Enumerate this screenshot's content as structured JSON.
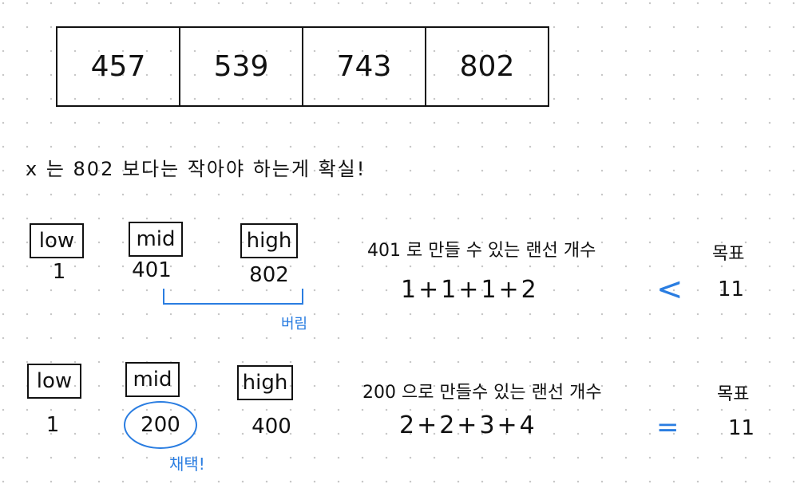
{
  "array": {
    "values": [
      "457",
      "539",
      "743",
      "802"
    ]
  },
  "note": "x 는  802 보다는 작아야 하는게 확실!",
  "step1": {
    "labels": {
      "low": "low",
      "mid": "mid",
      "high": "high"
    },
    "values": {
      "low": "1",
      "mid": "401",
      "high": "802"
    },
    "discard_label": "버림",
    "description": "401 로 만들 수 있는 랜선 개수",
    "expression": "1+1+1+2",
    "comparison": "<",
    "goal_label": "목표",
    "goal_value": "11"
  },
  "step2": {
    "labels": {
      "low": "low",
      "mid": "mid",
      "high": "high"
    },
    "values": {
      "low": "1",
      "mid": "200",
      "high": "400"
    },
    "select_label": "채택!",
    "description": "200 으로 만들수 있는 랜선 개수",
    "expression": "2+2+3+4",
    "comparison": "=",
    "goal_label": "목표",
    "goal_value": "11"
  },
  "colors": {
    "ink": "#111111",
    "accent": "#2a7de1",
    "grid_dot": "#c8c8c8"
  }
}
